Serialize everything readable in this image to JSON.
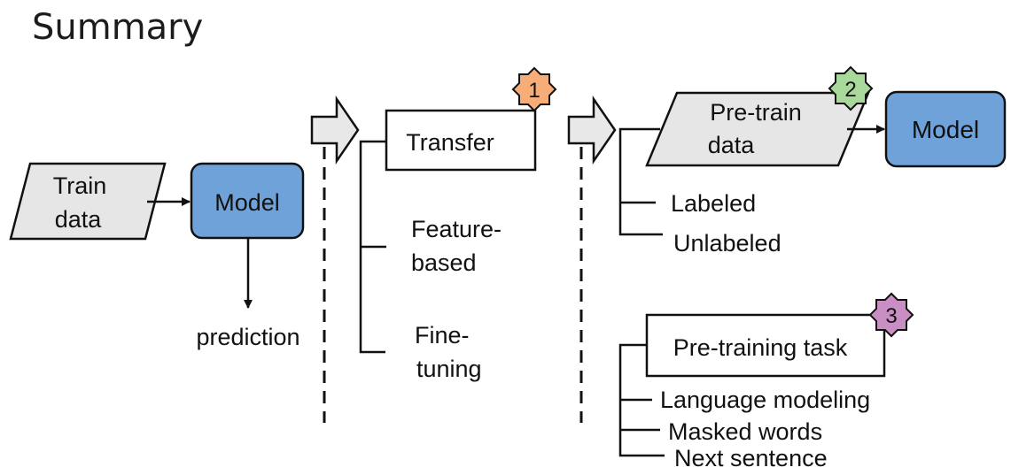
{
  "title": "Summary",
  "colors": {
    "model_fill": "#6fa2d9",
    "data_fill": "#e6e6e6",
    "arrow_fill": "#e8e8e8",
    "badge1": "#f6ad78",
    "badge2": "#a9d99a",
    "badge3": "#c98fc5",
    "stroke": "#111111"
  },
  "section1": {
    "train_data": [
      "Train",
      "data"
    ],
    "model": "Model",
    "prediction": "prediction"
  },
  "section2": {
    "badge": "1",
    "transfer": "Transfer",
    "feature_based": [
      "Feature-",
      "based"
    ],
    "fine_tuning": [
      "Fine-",
      "tuning"
    ]
  },
  "section3": {
    "badge_pretrain": "2",
    "pretrain_data": [
      "Pre-train",
      "data"
    ],
    "model": "Model",
    "labeled": "Labeled",
    "unlabeled": "Unlabeled",
    "badge_task": "3",
    "pretraining_task": "Pre-training task",
    "language_modeling": "Language modeling",
    "masked_words": "Masked words",
    "next_sentence": "Next sentence"
  }
}
